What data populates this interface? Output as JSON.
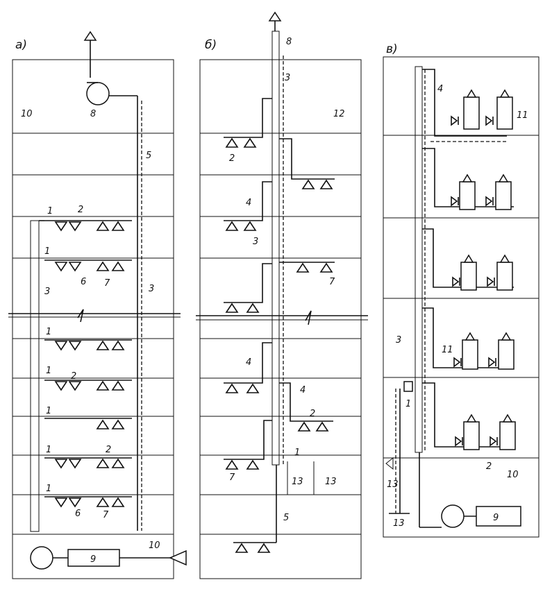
{
  "panels": [
    {
      "letter": "а)",
      "zone_label": "10",
      "fan_label": "8",
      "pump_label": "9",
      "supply_label": "10"
    },
    {
      "letter": "б)",
      "zone_label": "12",
      "top_label": "8",
      "bottom_label": "5"
    },
    {
      "letter": "в)",
      "zone_label": "10",
      "pump_label": "9",
      "drain_label": "13"
    }
  ],
  "numbers": [
    "1",
    "2",
    "3",
    "4",
    "5",
    "6",
    "7",
    "8",
    "9",
    "10",
    "11",
    "12",
    "13"
  ]
}
